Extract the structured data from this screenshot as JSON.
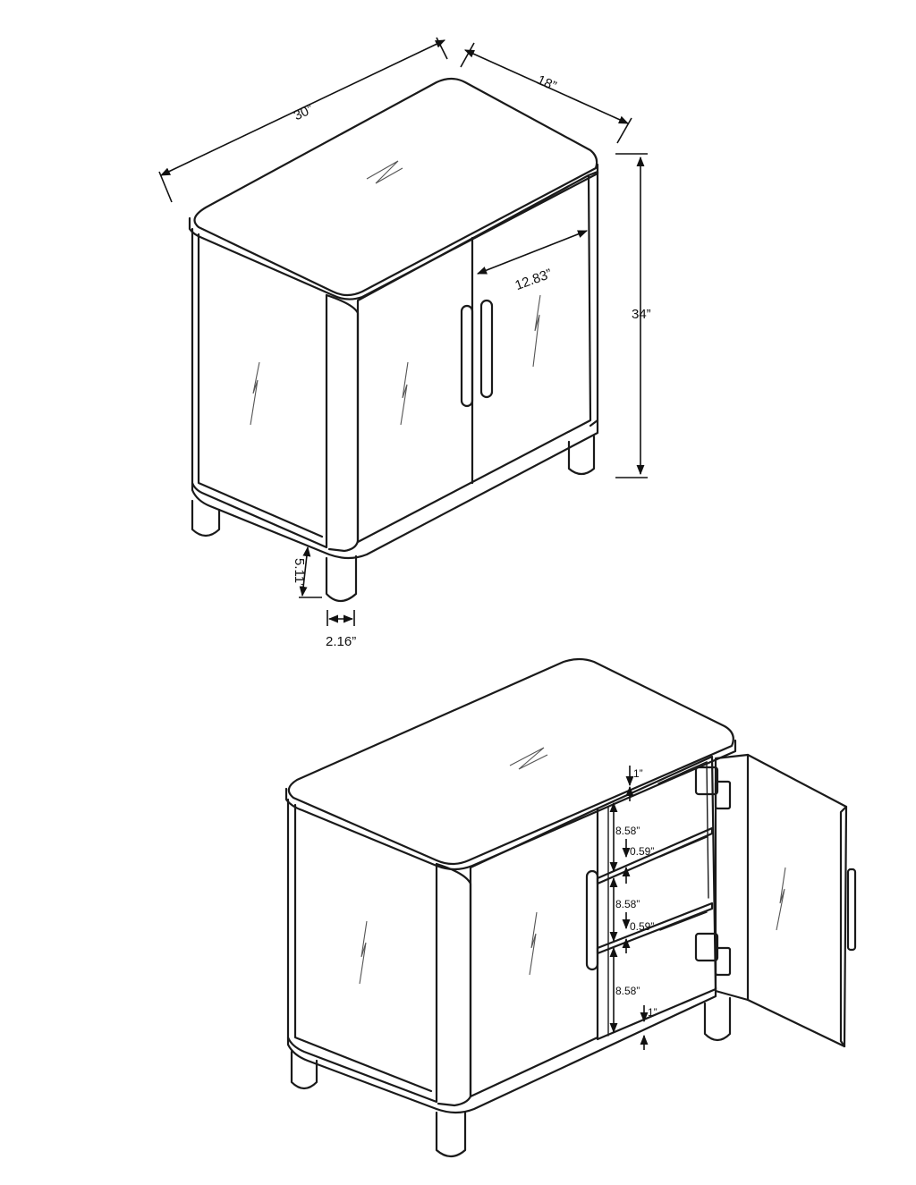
{
  "top_view": {
    "dimensions": {
      "width": "30”",
      "depth": "18”",
      "height": "34”",
      "door_width": "12.83”",
      "leg_height": "5.11”",
      "leg_diameter": "2.16”"
    }
  },
  "bottom_view": {
    "dimensions": {
      "top_gap": "1”",
      "shelf_space_1": "8.58”",
      "shelf_thickness_1": "0.59”",
      "shelf_space_2": "8.58”",
      "shelf_thickness_2": "0.59”",
      "shelf_space_3": "8.58”",
      "bottom_gap": "1”"
    }
  },
  "colors": {
    "line": "#1a1a1a",
    "background": "#ffffff"
  }
}
